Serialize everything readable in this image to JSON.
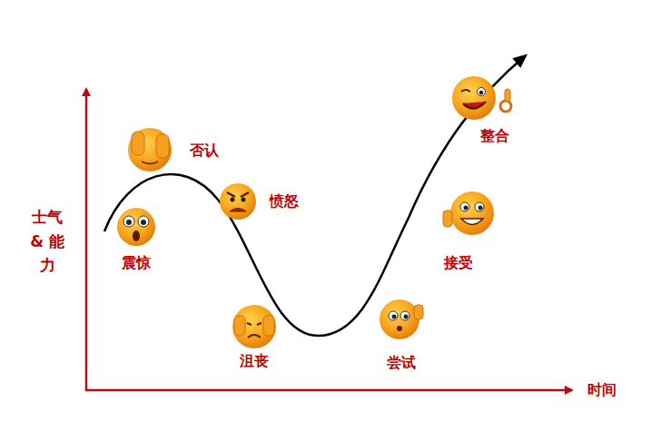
{
  "diagram": {
    "labels": [
      "否认",
      "整合",
      "愤怒",
      "士气 & 能力",
      "震惊",
      "接受",
      "沮丧",
      "尝试",
      "时间"
    ]
  }
}
